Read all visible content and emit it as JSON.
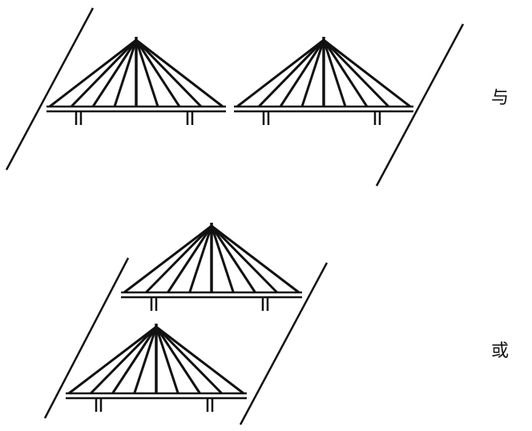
{
  "labels": {
    "top_option": "与",
    "bottom_option": "或"
  },
  "arrangements": [
    {
      "id": "side-by-side",
      "bridge_count": 2,
      "cables_per_bridge": 9,
      "piers_per_bridge": 2
    },
    {
      "id": "stacked",
      "bridge_count": 2,
      "cables_per_bridge": 9,
      "piers_per_bridge": 2
    }
  ],
  "colors": {
    "stroke": "#111111",
    "background": "#ffffff"
  }
}
